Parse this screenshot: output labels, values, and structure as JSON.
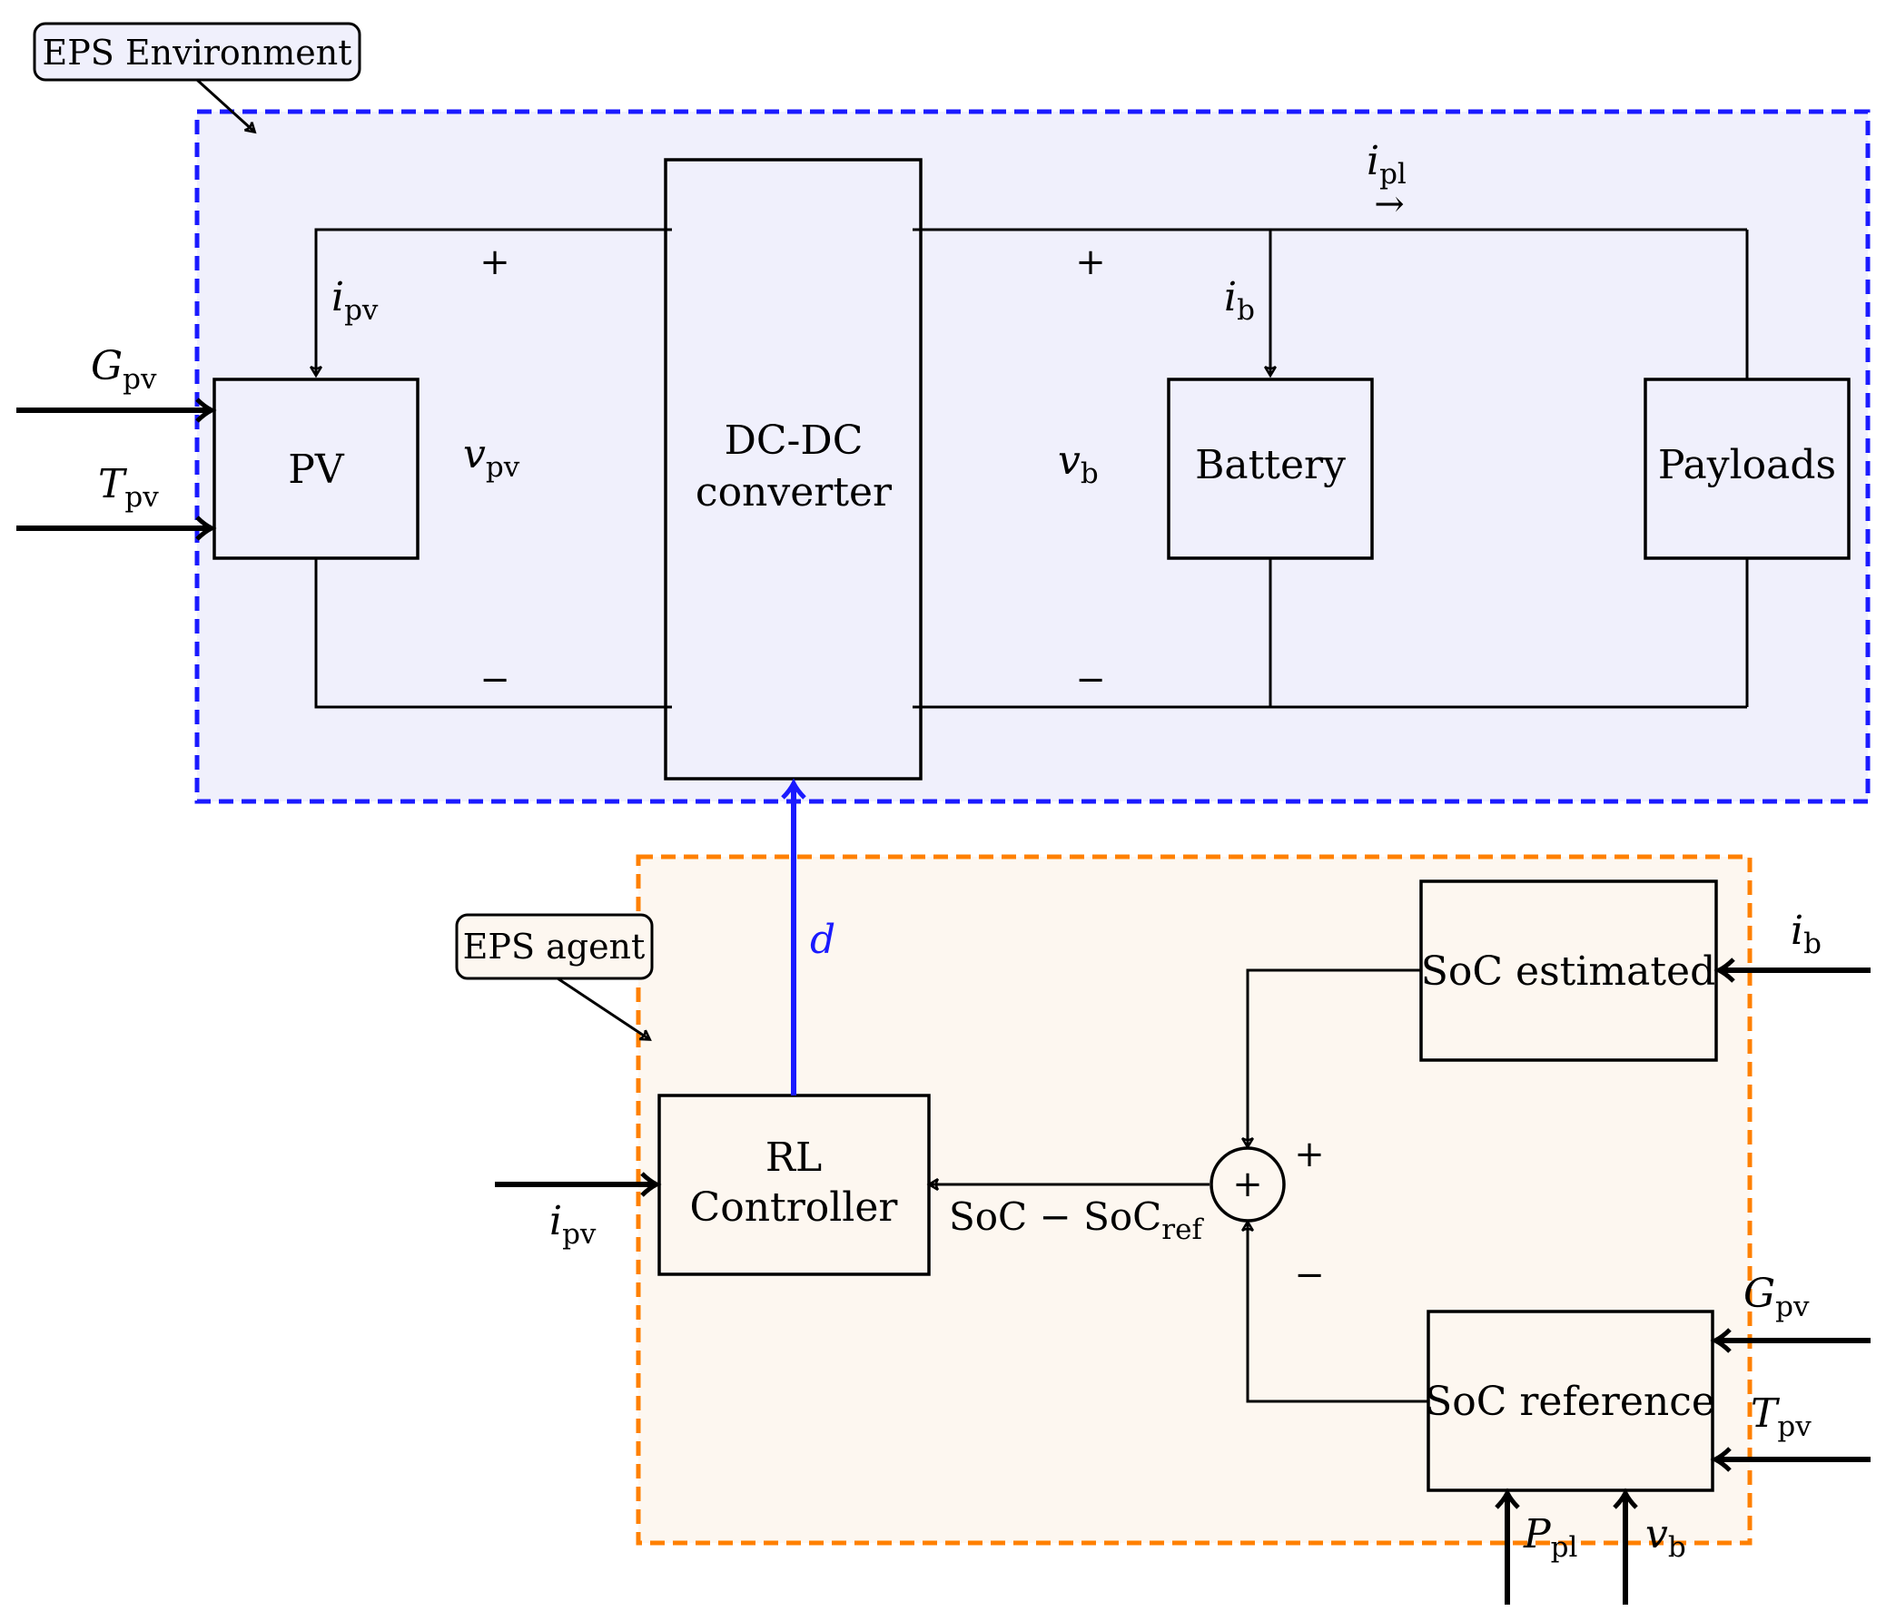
{
  "colors": {
    "env_border": "#1a1aff",
    "env_fill": "#f0f0fc",
    "agent_border": "#ff8000",
    "agent_fill": "#fdf7f0",
    "duty_signal": "#1a1aff",
    "wire": "#000000"
  },
  "environment": {
    "label": "EPS Environment",
    "pv": {
      "label": "PV"
    },
    "converter": {
      "line1": "DC-DC",
      "line2": "converter"
    },
    "battery": {
      "label": "Battery"
    },
    "payloads": {
      "label": "Payloads"
    },
    "i_pv": {
      "sym": "i",
      "sub": "pv"
    },
    "v_pv": {
      "sym": "v",
      "sub": "pv"
    },
    "i_b": {
      "sym": "i",
      "sub": "b"
    },
    "v_b": {
      "sym": "v",
      "sub": "b"
    },
    "i_pl": {
      "sym": "i",
      "sub": "pl",
      "arrow": "→"
    },
    "g_pv": {
      "sym": "G",
      "sub": "pv"
    },
    "t_pv": {
      "sym": "T",
      "sub": "pv"
    },
    "plus": "+",
    "minus": "−"
  },
  "agent": {
    "label": "EPS agent",
    "rl_controller": {
      "line1": "RL",
      "line2": "Controller"
    },
    "soc_estimated": {
      "label": "SoC estimated"
    },
    "soc_reference": {
      "label": "SoC reference"
    },
    "summer": {
      "symbol": "+",
      "plus": "+",
      "minus": "−"
    },
    "error": {
      "main": "SoC − SoC",
      "sub": "ref"
    },
    "duty": "d",
    "i_pv": {
      "sym": "i",
      "sub": "pv"
    },
    "i_b": {
      "sym": "i",
      "sub": "b"
    },
    "g_pv": {
      "sym": "G",
      "sub": "pv"
    },
    "t_pv": {
      "sym": "T",
      "sub": "pv"
    },
    "p_pl": {
      "sym": "P",
      "sub": "pl"
    },
    "v_b": {
      "sym": "v",
      "sub": "b"
    }
  }
}
